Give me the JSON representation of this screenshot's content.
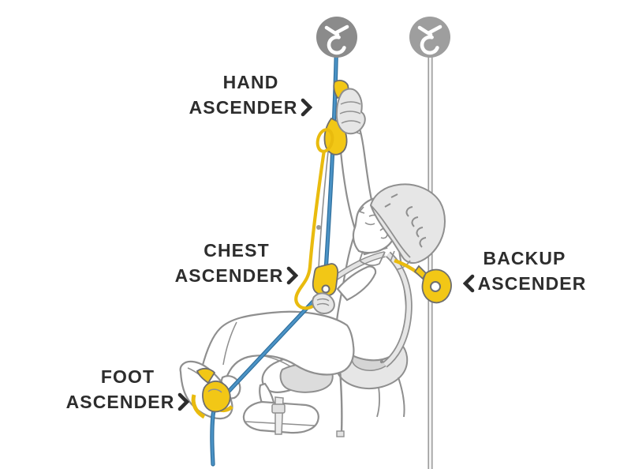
{
  "labels": {
    "hand": {
      "line1": "HAND",
      "line2": "ASCENDER"
    },
    "chest": {
      "line1": "CHEST",
      "line2": "ASCENDER"
    },
    "foot": {
      "line1": "FOOT",
      "line2": "ASCENDER"
    },
    "backup": {
      "line1": "BACKUP",
      "line2": "ASCENDER"
    }
  },
  "icons": {
    "anchor_left": "anchor-point-icon",
    "anchor_right": "anchor-point-icon",
    "hand_chevron": "chevron-right-icon",
    "chest_chevron": "chevron-right-icon",
    "foot_chevron": "chevron-right-icon",
    "backup_chevron": "chevron-left-icon"
  },
  "colors": {
    "background": "#ffffff",
    "label_text": "#2d2d2d",
    "line_art": "#8f8f8f",
    "device_yellow": "#f2c716",
    "lanyard_yellow": "#e9bb0e",
    "rope_main": "#4b93c6",
    "rope_main_edge": "#2e6e9c",
    "rope_backup": "#f2f2f2",
    "rope_backup_edge": "#8a8a8a",
    "anchor_gray": "#8b8b8b",
    "anchor_gray_light": "#9e9e9e"
  }
}
